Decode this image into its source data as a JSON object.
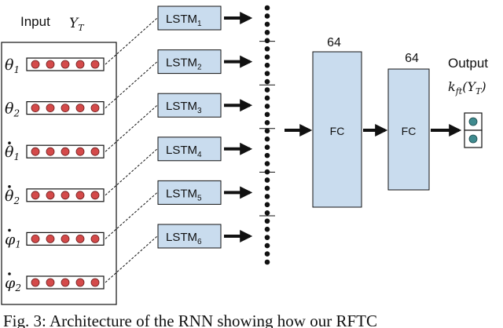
{
  "input": {
    "title": "Input",
    "symbol": "Y",
    "subscript": "T",
    "rows": [
      {
        "base": "θ",
        "dot": false,
        "sub": "1"
      },
      {
        "base": "θ",
        "dot": false,
        "sub": "2"
      },
      {
        "base": "θ",
        "dot": true,
        "sub": "1"
      },
      {
        "base": "θ",
        "dot": true,
        "sub": "2"
      },
      {
        "base": "φ",
        "dot": true,
        "sub": "1"
      },
      {
        "base": "φ",
        "dot": true,
        "sub": "2"
      }
    ],
    "dots_per_row": 5
  },
  "lstm": {
    "label": "LSTM",
    "units": [
      "1",
      "2",
      "3",
      "4",
      "5",
      "6"
    ]
  },
  "fc_layers": [
    {
      "label": "FC",
      "size": "64"
    },
    {
      "label": "FC",
      "size": "64"
    }
  ],
  "output": {
    "title": "Output",
    "expression": "k_ft(Y_T)",
    "func": "k",
    "func_sub": "ft",
    "arg": "(Y",
    "arg_sub": "T",
    "arg_close": ")",
    "nodes": 2
  },
  "caption": {
    "text": "Fig. 3: Architecture of the RNN showing how our RFTC"
  },
  "colors": {
    "box_fill": "#c9dcee",
    "input_dot": "#d44a4a",
    "output_dot": "#3f8a8e",
    "line": "#111111"
  }
}
